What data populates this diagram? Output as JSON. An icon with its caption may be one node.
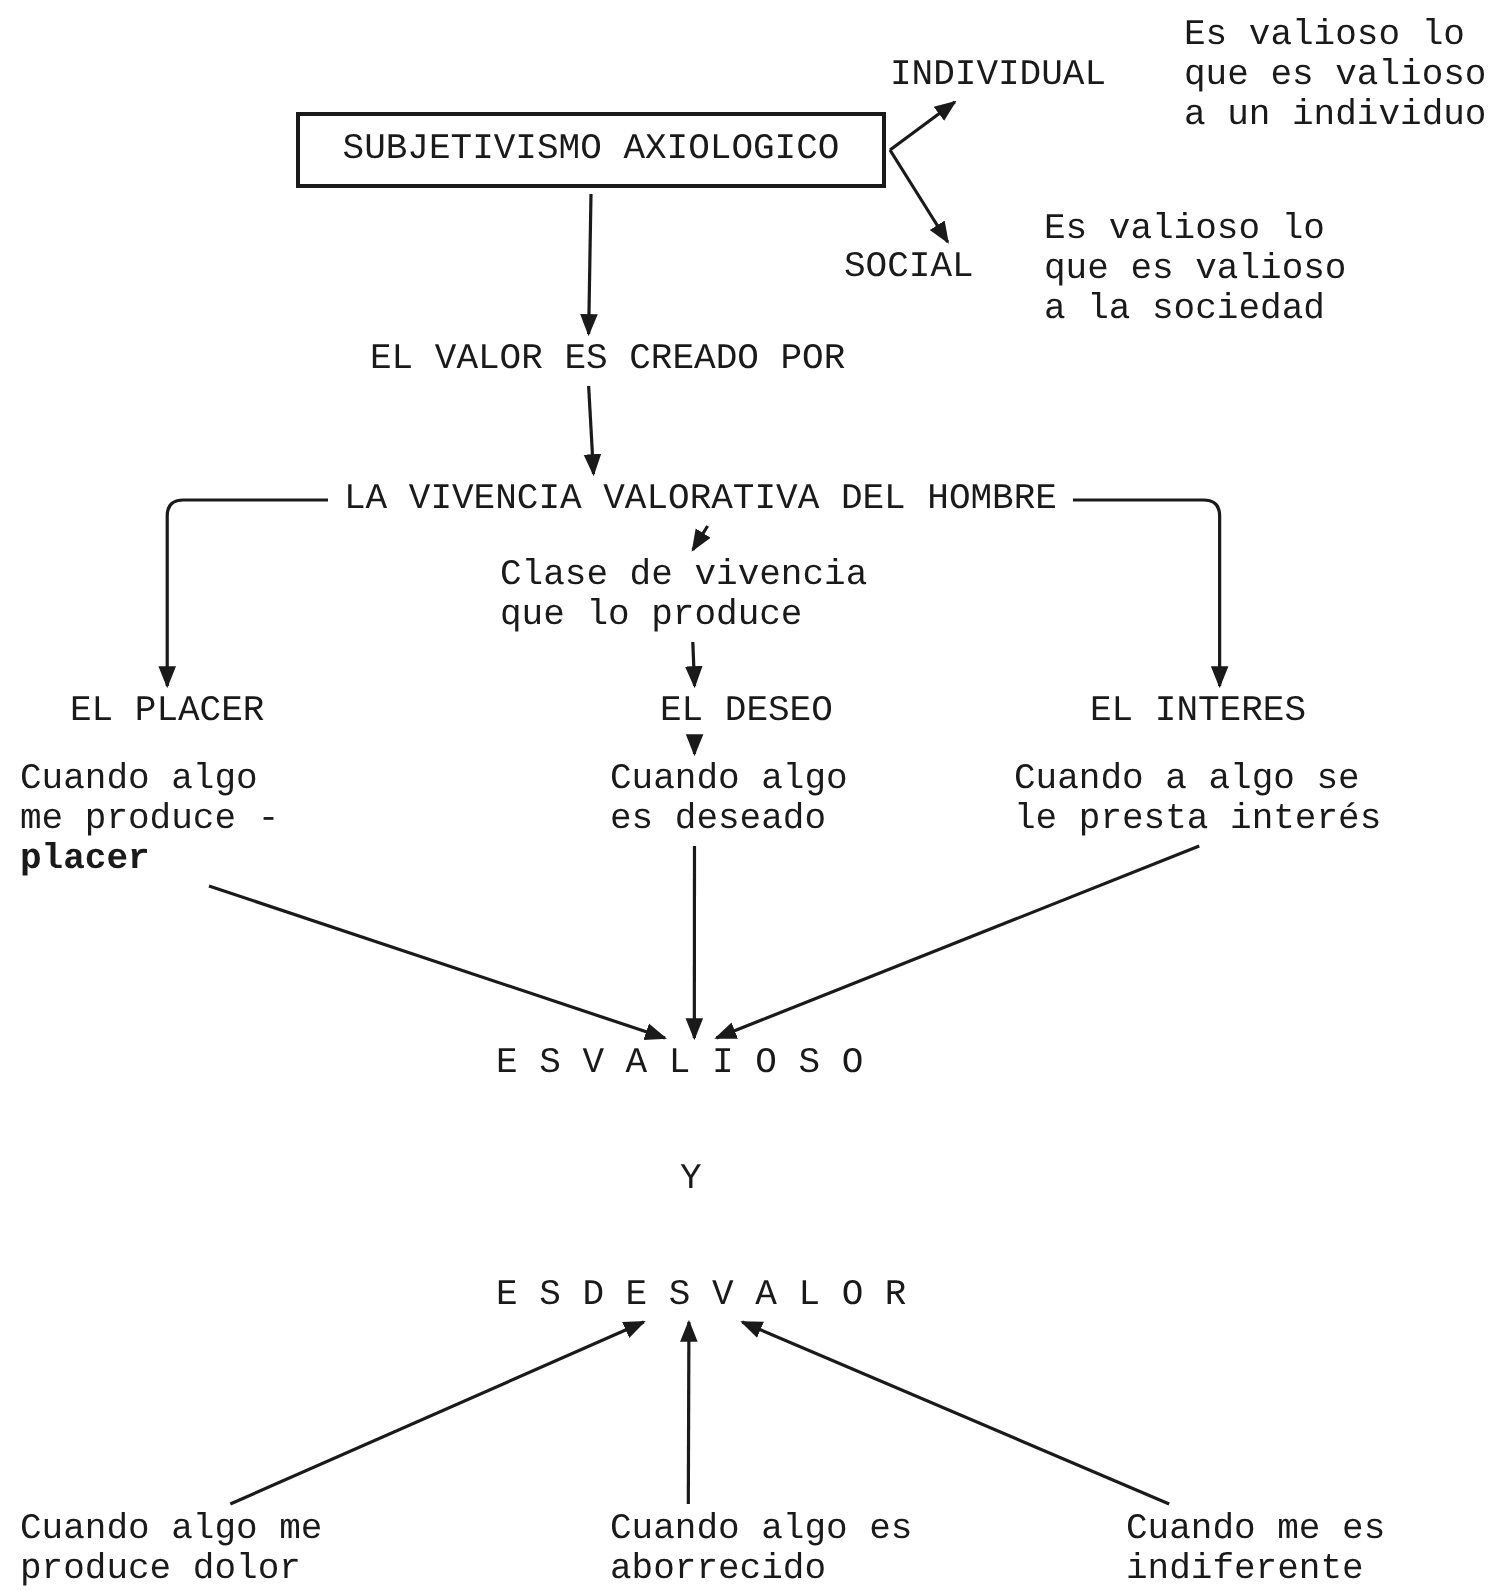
{
  "diagram": {
    "nodes": [
      {
        "text": [
          "SUBJETIVISMO AXIOLOGICO"
        ]
      },
      {
        "text": [
          "INDIVIDUAL"
        ],
        "beside": [
          "Es valioso lo que es valioso a un individuo"
        ]
      },
      {
        "text": [
          "SOCIAL"
        ],
        "beside": [
          "Es valioso lo que es valioso a la sociedad"
        ]
      },
      {
        "text": [
          "EL VALOR ES CREADO POR"
        ]
      },
      {
        "text": [
          "LA VIVENCIA VALORATIVA DEL HOMBRE"
        ]
      },
      {
        "text": [
          "Clase de vivencia que lo produce"
        ]
      },
      {
        "text": [
          "EL PLACER"
        ]
      },
      {
        "text": [
          "EL DESEO"
        ]
      },
      {
        "text": [
          "EL INTERES"
        ]
      },
      {
        "text": [
          "Cuando algo me produce - **placer**"
        ]
      },
      {
        "text": [
          "Cuando algo es deseado"
        ]
      },
      {
        "text": [
          "Cuando a algo se le presta interés"
        ]
      },
      {
        "text": [
          "E S V A L I O S O"
        ]
      },
      {
        "text": [
          "E S D E S V A L O R"
        ]
      },
      {
        "text": [
          "Cuando algo me produce dolor"
        ]
      },
      {
        "text": [
          "Cuando algo es aborrecido"
        ]
      },
      {
        "text": [
          "Cuando me es indiferente"
        ]
      }
    ],
    "edges": [
      {
        "from": 0,
        "to": 1,
        "arrow": "to"
      },
      {
        "from": 0,
        "to": 2,
        "arrow": "to"
      },
      {
        "from": 0,
        "to": 3,
        "arrow": "to"
      },
      {
        "from": 3,
        "to": 4,
        "arrow": "to"
      },
      {
        "from": 4,
        "to": 5,
        "arrow": "to"
      },
      {
        "from": 4,
        "to": 6,
        "arrow": "to"
      },
      {
        "from": 4,
        "to": 8,
        "arrow": "to"
      },
      {
        "from": 5,
        "to": 7,
        "arrow": "to"
      },
      {
        "from": 7,
        "to": 10,
        "arrow": "to"
      },
      {
        "from": 9,
        "to": 12,
        "arrow": "to"
      },
      {
        "from": 10,
        "to": 12,
        "arrow": "to"
      },
      {
        "from": 11,
        "to": 12,
        "arrow": "to"
      },
      {
        "from": 14,
        "to": 13,
        "arrow": "to"
      },
      {
        "from": 15,
        "to": 13,
        "arrow": "to"
      },
      {
        "from": 16,
        "to": 13,
        "arrow": "to"
      }
    ],
    "labels": [
      "Y"
    ]
  }
}
